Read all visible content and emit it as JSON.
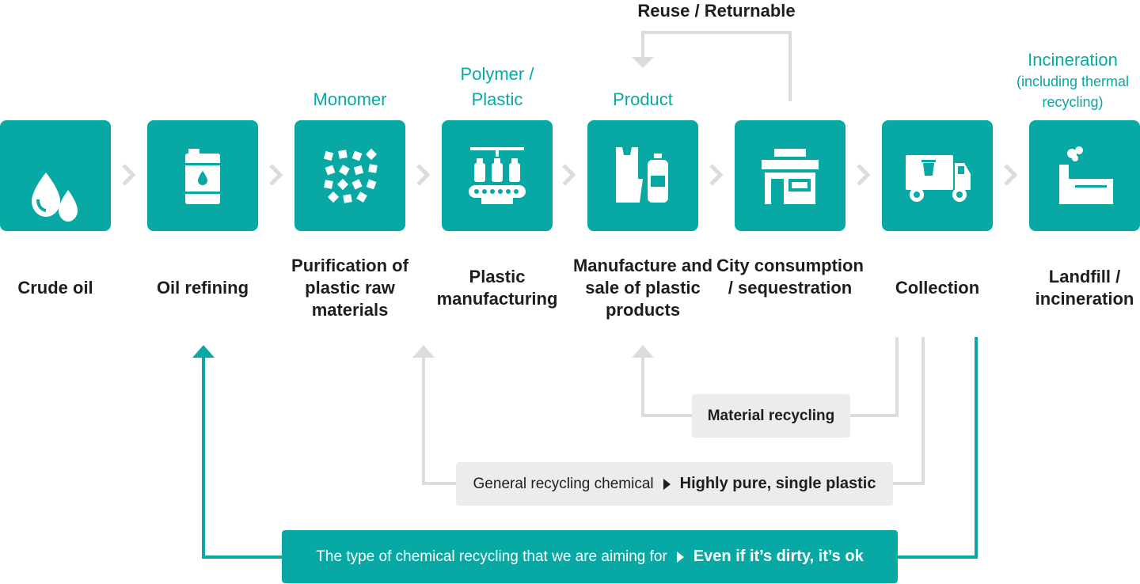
{
  "colors": {
    "teal": "#08a9a5",
    "gray_line": "#dcdcdc",
    "gray_pill": "#ececec",
    "text": "#1e1e1e"
  },
  "reuse_label": "Reuse / Returnable",
  "stages": [
    {
      "name": "Crude oil",
      "top_label": "",
      "icon": "oil-drops-icon"
    },
    {
      "name": "Oil refining",
      "top_label": "",
      "icon": "oil-barrel-icon"
    },
    {
      "name": "Purification of plastic raw materials",
      "top_label": "Monomer",
      "icon": "monomer-pellets-icon"
    },
    {
      "name": "Plastic manufacturing",
      "top_label": "Polymer / Plastic",
      "icon": "bottle-conveyor-icon"
    },
    {
      "name": "Manufacture and sale of plastic products",
      "top_label": "Product",
      "icon": "plastic-products-icon"
    },
    {
      "name": "City consumption / sequestration",
      "top_label": "",
      "icon": "store-icon"
    },
    {
      "name": "Collection",
      "top_label": "",
      "icon": "garbage-truck-icon"
    },
    {
      "name": "Landfill / incineration",
      "top_label": "Incineration",
      "top_label_sub": "(including thermal recycling)",
      "icon": "incinerator-factory-icon"
    }
  ],
  "pills": {
    "material": {
      "label": "Material recycling"
    },
    "general": {
      "prefix": "General recycling chemical",
      "bold": "Highly pure, single plastic"
    },
    "aim": {
      "prefix": "The type of chemical recycling that we are aiming for",
      "bold": "Even if it’s dirty, it’s ok"
    }
  }
}
